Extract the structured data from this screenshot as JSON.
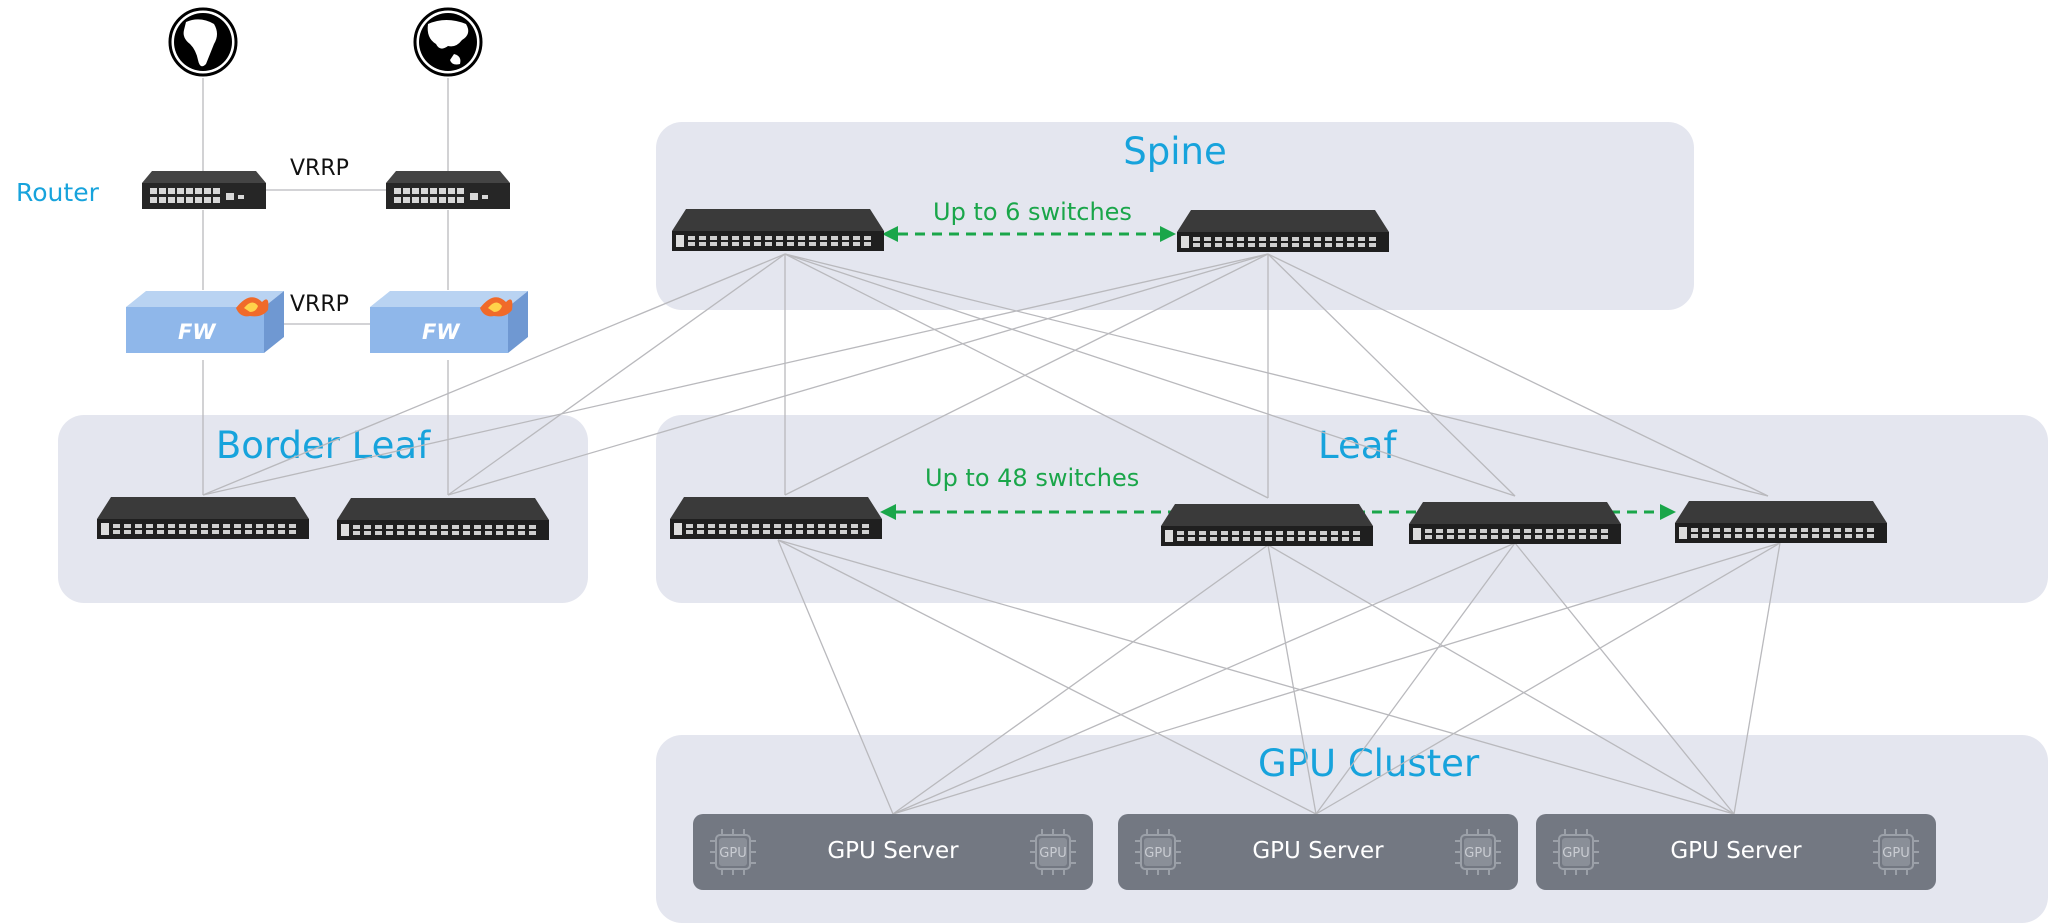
{
  "zones": {
    "spine": "Spine",
    "border_leaf": "Border Leaf",
    "leaf": "Leaf",
    "gpu_cluster": "GPU Cluster"
  },
  "labels": {
    "router": "Router",
    "vrrp_router": "VRRP",
    "vrrp_fw": "VRRP",
    "spine_count": "Up to 6 switches",
    "leaf_count": "Up to 48 switches",
    "fw": "FW",
    "gpu_chip": "GPU"
  },
  "gpu_servers": [
    "GPU Server",
    "GPU Server",
    "GPU Server"
  ],
  "colors": {
    "zone_bg": "#e4e6ef",
    "title": "#17a3dc",
    "accent_green": "#1aa64a",
    "server_bg": "#737882",
    "firewall": "#8fb7ea",
    "switch": "#2b2b2b"
  },
  "icons": {
    "internet_left": "globe-africa-icon",
    "internet_right": "globe-asia-icon",
    "router": "router-icon",
    "firewall": "firewall-icon",
    "switch": "switch-icon",
    "gpu": "gpu-chip-icon"
  }
}
